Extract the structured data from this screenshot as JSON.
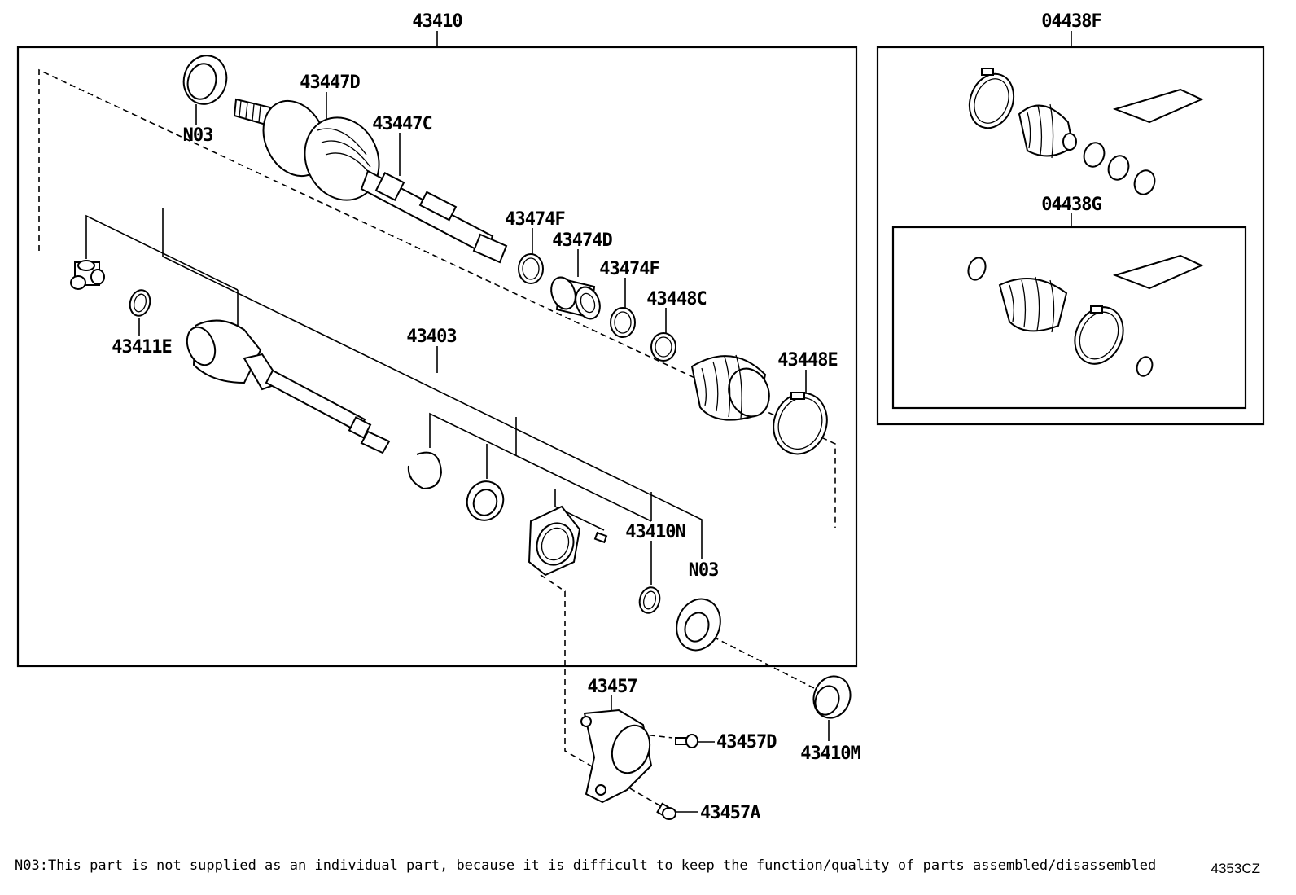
{
  "labels": {
    "assembly_main": "43410",
    "n03_top": "N03",
    "p43447D": "43447D",
    "p43447C": "43447C",
    "p43474F_a": "43474F",
    "p43474D": "43474D",
    "p43474F_b": "43474F",
    "p43448C": "43448C",
    "p43448E": "43448E",
    "p43411E": "43411E",
    "p43403": "43403",
    "p43410N": "43410N",
    "n03_bottom": "N03",
    "p43457": "43457",
    "p43457D": "43457D",
    "p43457A": "43457A",
    "p43410M": "43410M",
    "kit_F": "04438F",
    "kit_G": "04438G"
  },
  "footnote": "N03:This part is not supplied as an individual part, because it is difficult to keep the function/quality of parts assembled/disassembled",
  "diagram_code": "4353CZ"
}
